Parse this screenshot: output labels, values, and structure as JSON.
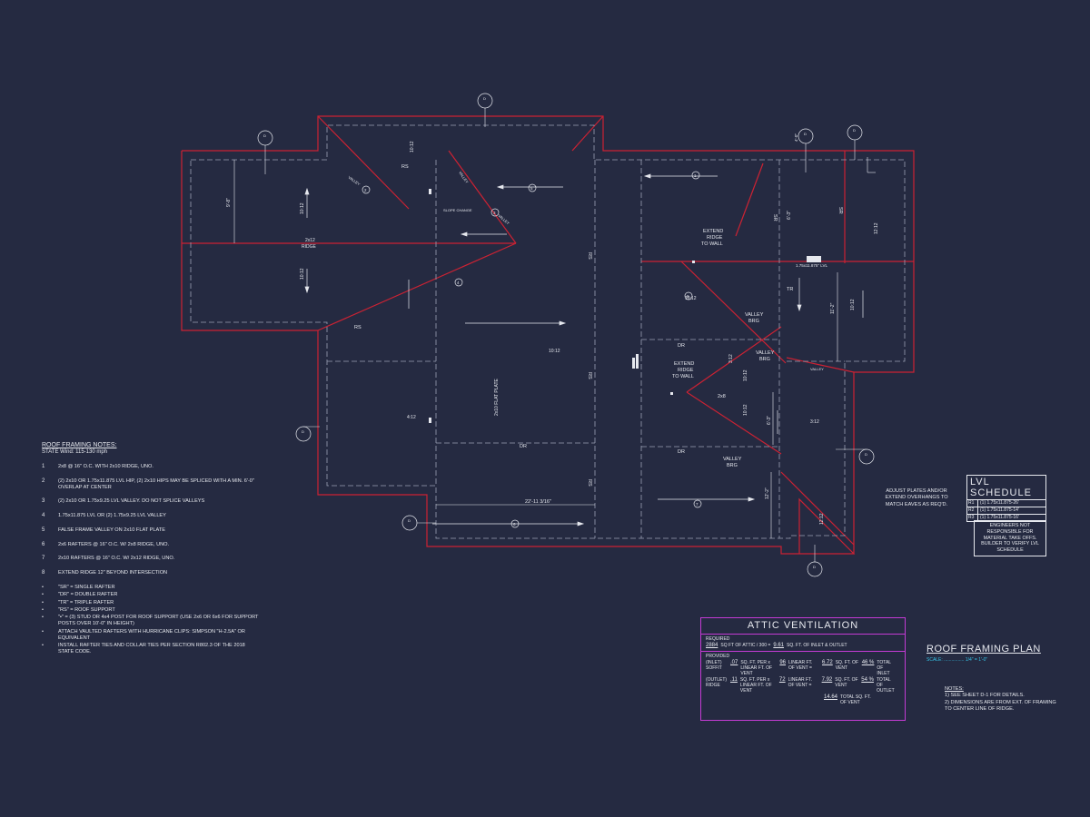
{
  "plan": {
    "room_labels": [
      {
        "id": "dr1",
        "text": "DR"
      },
      {
        "id": "dr2",
        "text": "DR"
      },
      {
        "id": "dr3",
        "text": "DR"
      },
      {
        "id": "sr1",
        "text": "SR"
      },
      {
        "id": "sr2",
        "text": "SR"
      },
      {
        "id": "tr",
        "text": "TR"
      },
      {
        "id": "rs1",
        "text": "RS"
      },
      {
        "id": "rs2",
        "text": "RS"
      },
      {
        "id": "rs3",
        "text": "RS"
      },
      {
        "id": "rs4",
        "text": "RS"
      },
      {
        "id": "rs5",
        "text": "RS"
      }
    ],
    "ridge_2x12": "2x12",
    "ridge_word": "RIDGE",
    "slope_change": "SLOPE CHANGE",
    "valley_word": "VALLEY",
    "flat_plate": "2x10 FLAT PLATE",
    "extend_ridge_1": [
      "EXTEND",
      "RIDGE",
      "TO WALL"
    ],
    "extend_ridge_2": [
      "EXTEND",
      "RIDGE",
      "TO WALL"
    ],
    "valley_brg_1": [
      "VALLEY",
      "BRG"
    ],
    "valley_brg_2": [
      "VALLEY",
      "BRG"
    ],
    "valley_brg_3": [
      "VALLEY",
      "BRG"
    ],
    "lvl_label": "1.75x11.875\" LVL",
    "two_x8": "2x8",
    "dim_bottom": "22'-11 3/16\"",
    "pitches": [
      "10:12",
      "10:12",
      "10:12",
      "10:12",
      "10:12",
      "10:12",
      "10:12",
      "10:12",
      "4:12",
      "3:12",
      "3:12",
      "12:12",
      "12:12"
    ],
    "dims": [
      "9'-8\"",
      "11'-2\"",
      "6'-3\"",
      "6'-3\"",
      "12'-2\"",
      "4'-0\""
    ],
    "callouts": [
      "2",
      "3",
      "4",
      "5",
      "6",
      "1",
      "7",
      "8"
    ],
    "section_tags": [
      "D",
      "D",
      "D",
      "D",
      "D",
      "D",
      "D",
      "D"
    ]
  },
  "notes": {
    "title": "ROOF FRAMING NOTES:",
    "subtitle": "STATE Wind: 115-130 mph",
    "items": [
      {
        "num": "1",
        "text": "2x8 @ 16\" O.C. WITH 2x10 RIDGE, UNO."
      },
      {
        "num": "2",
        "text": "(2) 2x10 OR 1.75x11.875 LVL HIP, (2) 2x10 HIPS MAY BE SPLICED WITH A MIN. 6'-0\" OVERLAP AT CENTER"
      },
      {
        "num": "3",
        "text": "(2) 2x10 OR 1.75x9.25 LVL VALLEY. DO NOT SPLICE VALLEYS"
      },
      {
        "num": "4",
        "text": "1.75x11.875 LVL OR (2) 1.75x9.25 LVL VALLEY"
      },
      {
        "num": "5",
        "text": "FALSE FRAME VALLEY ON 2x10 FLAT PLATE"
      },
      {
        "num": "6",
        "text": "2x6 RAFTERS @ 16\" O.C. W/ 2x8 RIDGE, UNO."
      },
      {
        "num": "7",
        "text": "2x10 RAFTERS @ 16\" O.C. W/ 2x12 RIDGE, UNO."
      },
      {
        "num": "8",
        "text": "EXTEND RIDGE 12\" BEYOND INTERSECTION"
      }
    ],
    "bullets": [
      "\"SR\" = SINGLE RAFTER",
      "\"DR\" = DOUBLE RAFTER",
      "\"TR\" = TRIPLE RAFTER",
      "\"RS\" = ROOF SUPPORT",
      "\"▪\" = (3) STUD OR 4x4 POST FOR ROOF SUPPORT (USE 2x6 OR 6x6 FOR SUPPORT POSTS OVER 10'-0\" IN HEIGHT)",
      "ATTACH VAULTED RAFTERS WITH HURRICANE CLIPS: SIMPSON \"H-2.5A\" OR EQUIVALENT",
      "INSTALL RAFTER TIES AND COLLAR TIES PER SECTION R802.3 OF THE 2018 STATE CODE."
    ]
  },
  "lvl_schedule": {
    "title": "LVL SCHEDULE",
    "rows": [
      {
        "key": "R1",
        "value": "(1) 1.75x11.875-26'"
      },
      {
        "key": "R2",
        "value": "(1) 1.75x11.875-14'"
      },
      {
        "key": "R3",
        "value": "(1) 1.75x11.875-16'"
      }
    ]
  },
  "engineers_note": "ENGINEERS NOT RESPONSIBLE FOR MATERIAL TAKE OFFS. BUILDER TO VERIFY LVL SCHEDULE",
  "adjust_note": "ADJUST PLATES AND/OR EXTEND OVERHANGS TO MATCH EAVES AS REQ'D.",
  "attic": {
    "title": "ATTIC VENTILATION",
    "required_label": "REQUIRED",
    "required_value": "2884",
    "required_text": "SQ FT OF ATTIC / 300 =",
    "required_result": "9.61",
    "required_tail": "SQ. FT. OF INLET & OUTLET",
    "provided_label": "PROVIDED",
    "inlet_label": "(INLET) SOFFIT",
    "inlet_a": ".07",
    "inlet_text1": "SQ. FT. PER x LINEAR FT. OF VENT",
    "inlet_b": "96",
    "inlet_text2": "LINEAR FT. OF VENT =",
    "inlet_c": "6.72",
    "inlet_text3": "SQ. FT. OF VENT",
    "inlet_pct": "46 %",
    "inlet_pct_label": "TOTAL OF INLET",
    "outlet_label": "(OUTLET) RIDGE",
    "outlet_a": ".11",
    "outlet_text1": "SQ. FT. PER x LINEAR FT. OF VENT",
    "outlet_b": "72",
    "outlet_text2": "LINEAR FT. OF VENT =",
    "outlet_c": "7.92",
    "outlet_text3": "SQ. FT. OF VENT",
    "outlet_pct": "54 %",
    "outlet_pct_label": "TOTAL OF OUTLET",
    "total_value": "14.64",
    "total_text": "TOTAL SQ. FT. OF VENT"
  },
  "title_block": {
    "title": "ROOF FRAMING PLAN",
    "scale": "SCALE: ................ 1/4\" = 1'-0\""
  },
  "general_notes": {
    "title": "NOTES:",
    "items": [
      "1) SEE SHEET D-1 FOR DETAILS.",
      "2) DIMENSIONS ARE FROM EXT. OF FRAMING TO CENTER LINE OF RIDGE."
    ]
  }
}
